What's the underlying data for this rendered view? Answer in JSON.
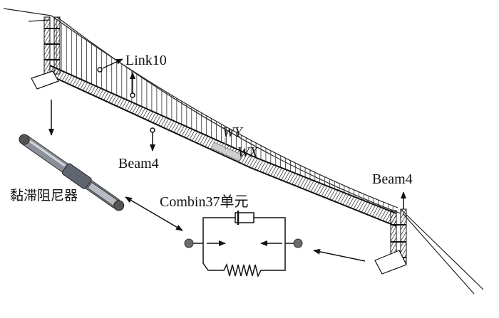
{
  "labels": {
    "link10": "Link10",
    "beam4_left": "Beam4",
    "beam4_right": "Beam4",
    "wy": "WY",
    "wx": "WX",
    "combin37": "Combin37单元",
    "damper": "黏滞阻尼器"
  },
  "colors": {
    "ink": "#111111",
    "deck": "#2a2a2a",
    "cable": "#333333",
    "node": "#6b6b6b",
    "damper_body": "#8a9099"
  }
}
